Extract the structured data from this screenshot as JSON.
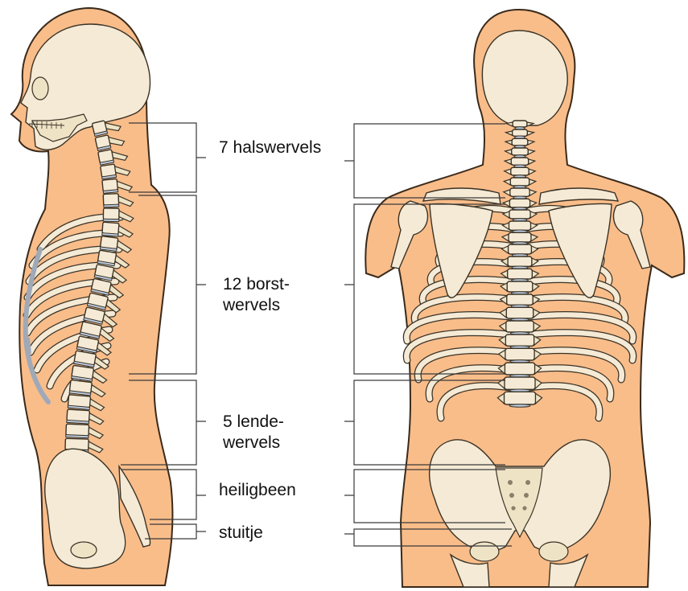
{
  "labels": {
    "cervical": "7 halswervels",
    "thoracic_line1": "12 borst-",
    "thoracic_line2": "wervels",
    "lumbar_line1": "5 lende-",
    "lumbar_line2": "wervels",
    "sacrum": "heiligbeen",
    "coccyx": "stuitje"
  },
  "colors": {
    "skin": "#f9bd8a",
    "bone": "#f4ead5",
    "disc": "#b9c8dc",
    "outline": "#3a3226"
  }
}
